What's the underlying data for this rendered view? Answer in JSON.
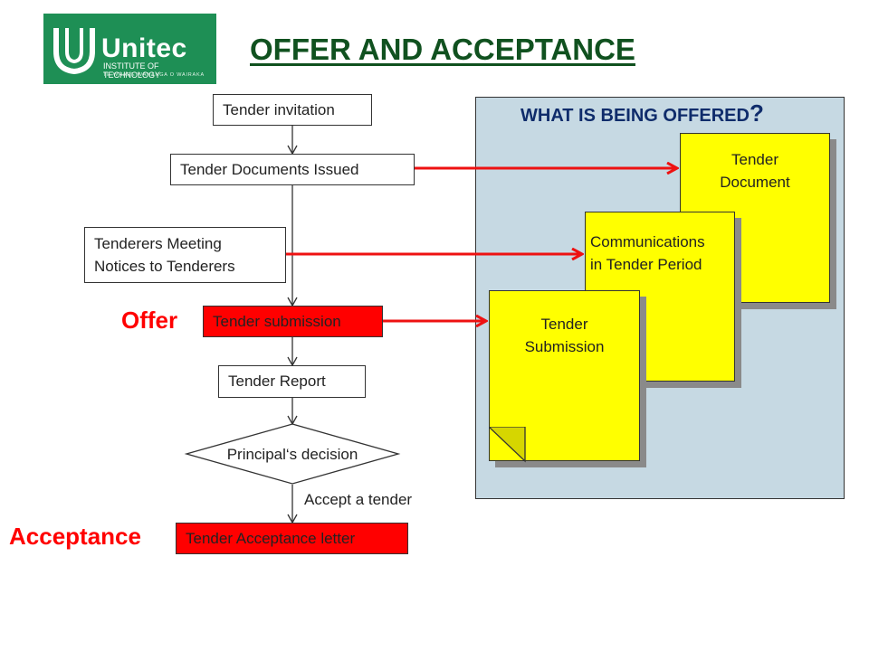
{
  "logo": {
    "brand": "Unitec",
    "subtitle": "INSTITUTE OF TECHNOLOGY",
    "tagline": "TE WHARE WĀNANGA O WAIRAKA"
  },
  "title": "OFFER AND ACCEPTANCE",
  "flow": {
    "tender_invitation": "Tender invitation",
    "documents_issued": "Tender Documents Issued",
    "meeting_line1": "Tenderers Meeting",
    "meeting_line2": "Notices to Tenderers",
    "submission": "Tender submission",
    "report": "Tender Report",
    "decision": "Principal‘s decision",
    "accept_note": "Accept a tender",
    "acceptance_letter": "Tender Acceptance letter"
  },
  "labels": {
    "offer": "Offer",
    "acceptance": "Acceptance"
  },
  "panel": {
    "title": "WHAT IS BEING OFFERED",
    "title_mark": "?",
    "notes": [
      {
        "line1": "Tender",
        "line2": "Document"
      },
      {
        "line1": "Communications",
        "line2": "in Tender Period"
      },
      {
        "line1": "Tender",
        "line2": "Submission"
      }
    ]
  },
  "colors": {
    "highlight": "#ff0000",
    "note": "#ffff00",
    "panel": "#c6d9e3",
    "title": "#10511f",
    "logo": "#1e8f55"
  }
}
